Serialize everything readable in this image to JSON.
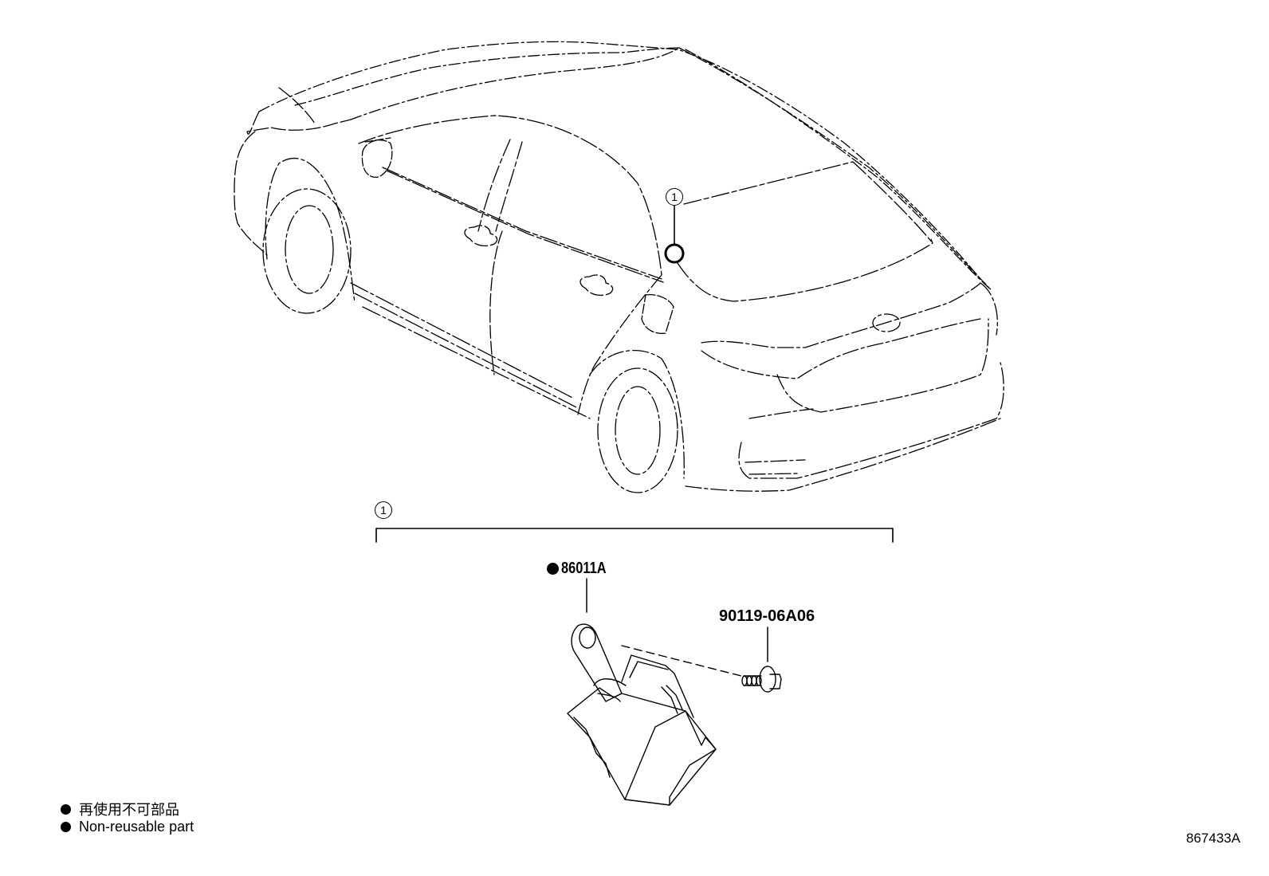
{
  "diagram": {
    "type": "parts-illustration",
    "subject": "vehicle rear-quarter view with component location",
    "callouts": [
      {
        "id": "callout-car",
        "label": "1"
      },
      {
        "id": "callout-bracket",
        "label": "1"
      }
    ],
    "parts": [
      {
        "part_number": "86011A",
        "non_reusable": true,
        "marker": "●"
      },
      {
        "part_number": "90119-06A06",
        "non_reusable": false
      }
    ],
    "legend": [
      {
        "marker": "●",
        "text": "再使用不可部品"
      },
      {
        "marker": "●",
        "text": "Non-reusable part"
      }
    ],
    "illustration_code": "867433A"
  }
}
